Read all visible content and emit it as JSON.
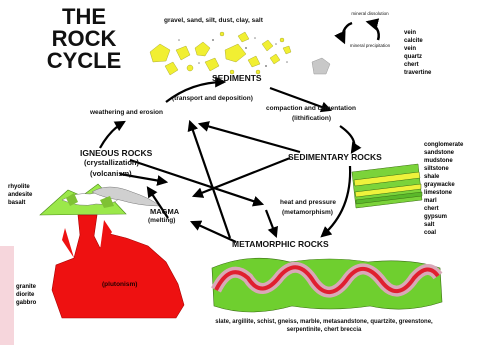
{
  "title": [
    "THE",
    "ROCK",
    "CYCLE"
  ],
  "sediment_types": "gravel, sand, silt, dust, clay, salt",
  "nodes": {
    "sediments": "SEDIMENTS",
    "sedimentary_rocks": "SEDIMENTARY ROCKS",
    "metamorphic_rocks": "METAMORPHIC ROCKS",
    "igneous_rocks": "IGNEOUS ROCKS",
    "igneous_sub1": "(crystallization)",
    "igneous_sub2": "(volcanism)",
    "magma": "MAGMA",
    "magma_sub": "(melting)"
  },
  "processes": {
    "transport": "(transport and deposition)",
    "weathering": "weathering and erosion",
    "compaction": "compaction and cementation",
    "lithification": "(lithification)",
    "heat": "heat and pressure",
    "metamorphism": "(metamorphism)"
  },
  "mini_cycle": {
    "top": "mineral dissolution",
    "bottom": "mineral precipitation"
  },
  "vein_minerals": [
    "vein",
    "calcite",
    "vein",
    "quartz",
    "chert",
    "travertine"
  ],
  "sedimentary_list": [
    "conglomerate",
    "sandstone",
    "mudstone",
    "siltstone",
    "shale",
    "graywacke",
    "limestone",
    "marl",
    "chert",
    "gypsum",
    "salt",
    "coal"
  ],
  "volcanic_list": [
    "rhyolite",
    "andesite",
    "basalt"
  ],
  "plutonic_list": [
    "granite",
    "diorite",
    "gabbro"
  ],
  "pluton_label": "(plutonism)",
  "metamorphic_list": "slate, argillite, schist, gneiss, marble, metasandstone, quartzite, greenstone, serpentinite, chert breccia",
  "colors": {
    "pluton": "#ee1111",
    "volcano": "#9be84a",
    "strata_green": "#7bd33a",
    "strata_yellow": "#eef23c",
    "metamorphic_green": "#6fcf2f",
    "metamorphic_band": "#d9a8b8",
    "metamorphic_core": "#e01f2f",
    "sediment_yellow": "#f1ef32",
    "side_bar": "#f6d6dc"
  }
}
